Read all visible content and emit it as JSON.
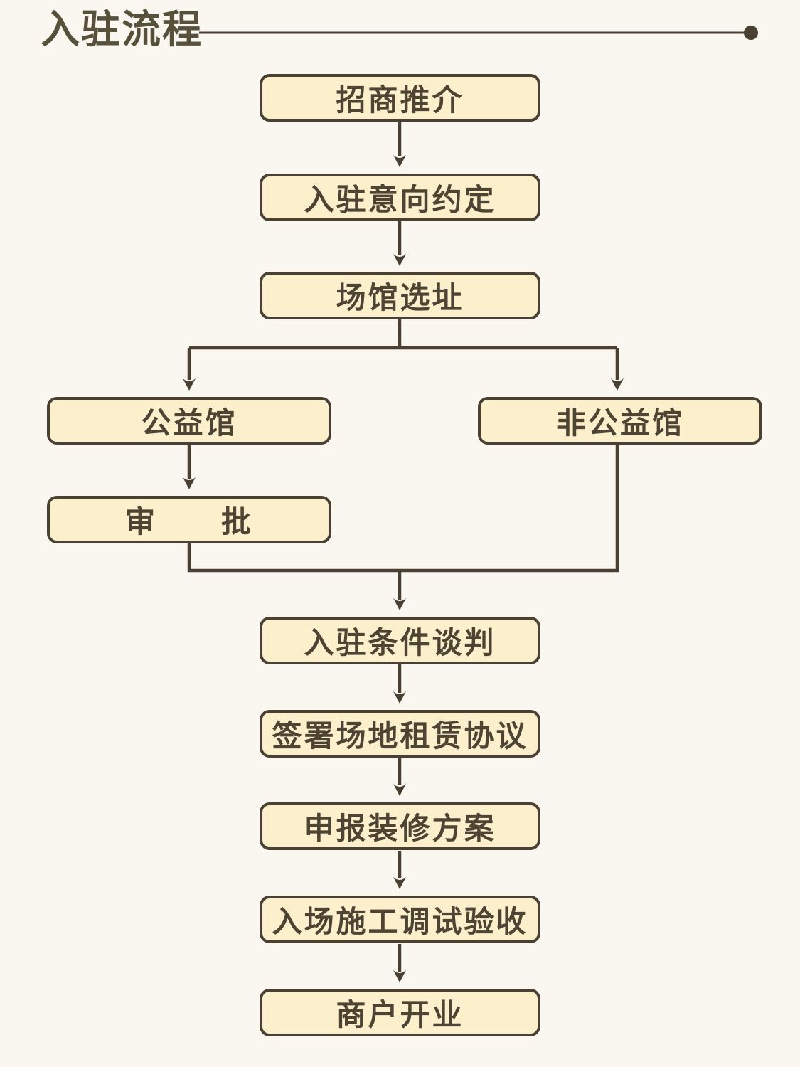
{
  "title": {
    "text": "入驻流程"
  },
  "colors": {
    "background": "#F9F7EF",
    "box_fill": "#FCF0CC",
    "box_border": "#4A4134",
    "text": "#4E4433",
    "title_text": "#57503B",
    "connector": "#4A4134"
  },
  "flowchart": {
    "type": "flowchart",
    "nodes": [
      {
        "id": "promotion",
        "label": "招商推介"
      },
      {
        "id": "intent",
        "label": "入驻意向约定"
      },
      {
        "id": "site",
        "label": "场馆选址"
      },
      {
        "id": "public",
        "label": "公益馆"
      },
      {
        "id": "non-public",
        "label": "非公益馆"
      },
      {
        "id": "approval",
        "label": "审　　批"
      },
      {
        "id": "negotiation",
        "label": "入驻条件谈判"
      },
      {
        "id": "lease",
        "label": "签署场地租赁协议"
      },
      {
        "id": "decoration",
        "label": "申报装修方案"
      },
      {
        "id": "construction",
        "label": "入场施工调试验收"
      },
      {
        "id": "opening",
        "label": "商户开业"
      }
    ],
    "edges": [
      {
        "from": "promotion",
        "to": "intent"
      },
      {
        "from": "intent",
        "to": "site"
      },
      {
        "from": "site",
        "to": "public"
      },
      {
        "from": "site",
        "to": "non-public"
      },
      {
        "from": "public",
        "to": "approval"
      },
      {
        "from": "approval",
        "to": "negotiation"
      },
      {
        "from": "non-public",
        "to": "negotiation"
      },
      {
        "from": "negotiation",
        "to": "lease"
      },
      {
        "from": "lease",
        "to": "decoration"
      },
      {
        "from": "decoration",
        "to": "construction"
      },
      {
        "from": "construction",
        "to": "opening"
      }
    ]
  }
}
